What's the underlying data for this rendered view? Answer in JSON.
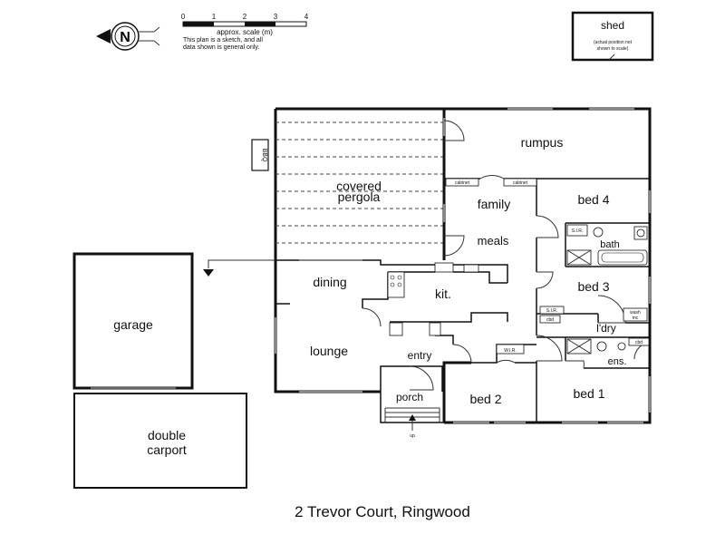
{
  "address": "2 Trevor Court, Ringwood",
  "scale": {
    "numbers": [
      "0",
      "1",
      "2",
      "3",
      "4"
    ],
    "label": "approx. scale (m)",
    "disclaimer_line1": "This plan is a sketch, and all",
    "disclaimer_line2": "data shown is general only."
  },
  "compass": {
    "letter": "N"
  },
  "shed": {
    "label": "shed",
    "note_line1": "(actual position not",
    "note_line2": "shown to scale)"
  },
  "rooms": {
    "rumpus": "rumpus",
    "covered_line1": "covered",
    "covered_line2": "pergola",
    "family": "family",
    "meals": "meals",
    "bed4": "bed 4",
    "bath": "bath",
    "bed3": "bed 3",
    "laundry": "l'dry",
    "ensuite": "ens.",
    "bed1": "bed 1",
    "bed2": "bed 2",
    "kitchen": "kit.",
    "dining": "dining",
    "lounge": "lounge",
    "entry": "entry",
    "porch": "porch",
    "garage": "garage",
    "carport_line1": "double",
    "carport_line2": "carport"
  },
  "fixtures": {
    "bbq": "BBQ",
    "cabinet_left": "cabinet",
    "cabinet_right": "cabinet",
    "sir_bath": "S.I.R.",
    "sir_bed3": "S.I.R.",
    "wash_line1": "wash",
    "wash_line2": "mc",
    "cbd_laundry": "cbd",
    "cbd_ensuite": "cbd",
    "wir": "W.I.R.",
    "up": "up"
  }
}
